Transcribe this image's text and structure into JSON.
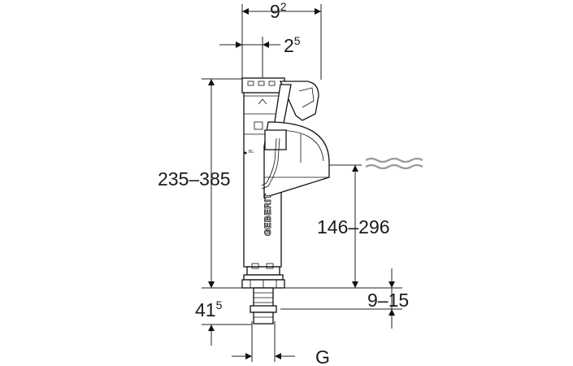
{
  "dimensions": {
    "top_width": {
      "base": "9",
      "sup": "2"
    },
    "top_offset": {
      "base": "2",
      "sup": "5"
    },
    "total_height": "235–385",
    "water_height": "146–296",
    "thread_range": "9–15",
    "bottom_length": {
      "base": "41",
      "sup": "5"
    },
    "thread_label": "G"
  },
  "brand_label": "GEBERIT",
  "marking": "BL",
  "colors": {
    "line": "#111111",
    "water": "#9a9a9a",
    "background": "#ffffff"
  }
}
